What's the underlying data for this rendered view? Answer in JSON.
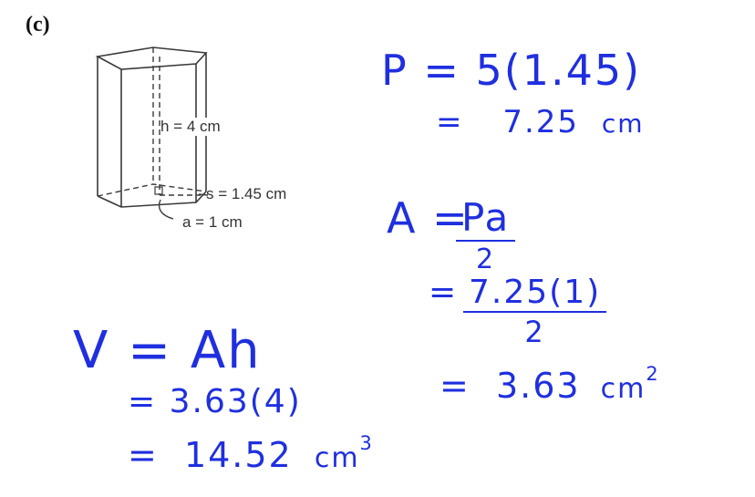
{
  "part_label": "(c)",
  "figure": {
    "height_label": "h = 4 cm",
    "side_label": "s = 1.45 cm",
    "apothem_label": "a = 1 cm"
  },
  "work": {
    "perimeter": {
      "line1": "P = 5(1.45)",
      "line2_prefix": "=",
      "line2_value": "7.25",
      "line2_unit": "cm"
    },
    "area": {
      "lhs": "A =",
      "frac1_num": "Pa",
      "frac1_den": "2",
      "frac2_prefix": "=",
      "frac2_num": "7.25(1)",
      "frac2_den": "2",
      "result_prefix": "=",
      "result_value": "3.63",
      "result_unit": "cm",
      "result_exp": "2"
    },
    "volume": {
      "line1": "V = Ah",
      "line2": "= 3.63(4)",
      "line3_prefix": "=",
      "line3_value": "14.52",
      "line3_unit": "cm",
      "line3_exp": "3"
    }
  },
  "colors": {
    "ink": "#1f2fe0",
    "figure": "#333333"
  }
}
